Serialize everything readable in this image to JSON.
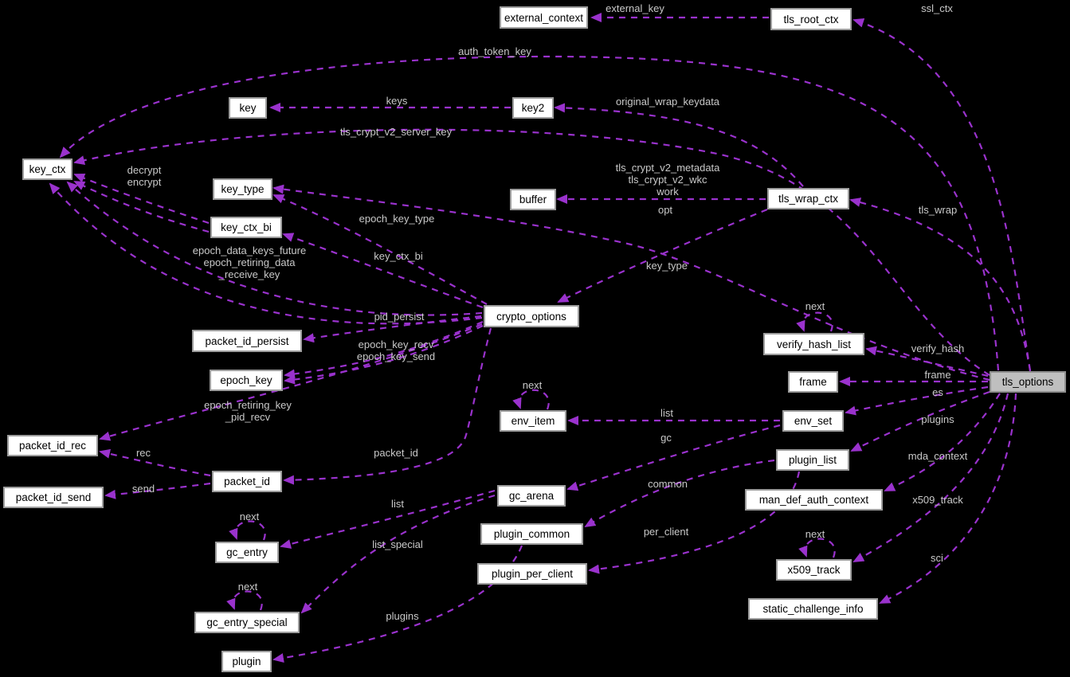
{
  "diagram": {
    "type": "collaboration-graph",
    "highlighted_node": "tls_options",
    "colors": {
      "background": "#000000",
      "edge": "#9a32cd",
      "edge_label": "#c9c9c9",
      "node_fill": "#ffffff",
      "node_border": "#9d9d9d",
      "node_text": "#000000",
      "highlight_fill": "#bfbfbf"
    },
    "nodes": {
      "external_context": "external_context",
      "tls_root_ctx": "tls_root_ctx",
      "key": "key",
      "key2": "key2",
      "key_ctx": "key_ctx",
      "key_type": "key_type",
      "buffer": "buffer",
      "tls_wrap_ctx": "tls_wrap_ctx",
      "key_ctx_bi": "key_ctx_bi",
      "crypto_options": "crypto_options",
      "packet_id_persist": "packet_id_persist",
      "verify_hash_list": "verify_hash_list",
      "epoch_key": "epoch_key",
      "frame": "frame",
      "tls_options": "tls_options",
      "env_item": "env_item",
      "env_set": "env_set",
      "packet_id_rec": "packet_id_rec",
      "plugin_list": "plugin_list",
      "packet_id": "packet_id",
      "gc_arena": "gc_arena",
      "packet_id_send": "packet_id_send",
      "man_def_auth_context": "man_def_auth_context",
      "plugin_common": "plugin_common",
      "gc_entry": "gc_entry",
      "x509_track": "x509_track",
      "plugin_per_client": "plugin_per_client",
      "static_challenge_info": "static_challenge_info",
      "gc_entry_special": "gc_entry_special",
      "plugin": "plugin"
    },
    "labels": {
      "external_key": "external_key",
      "ssl_ctx": "ssl_ctx",
      "auth_token_key": "auth_token_key",
      "keys": "keys",
      "original_wrap_keydata": "original_wrap_keydata",
      "tls_crypt_v2_server_key": "tls_crypt_v2_server_key",
      "decrypt_encrypt": "decrypt\nencrypt",
      "tls_crypt_v2_bundle": "tls_crypt_v2_metadata\ntls_crypt_v2_wkc\nwork",
      "opt": "opt",
      "tls_wrap": "tls_wrap",
      "epoch_key_type": "epoch_key_type",
      "key_ctx_bi": "key_ctx_bi",
      "epoch_data_keys": "epoch_data_keys_future\nepoch_retiring_data\n_receive_key",
      "key_type": "key_type",
      "pid_persist": "pid_persist",
      "next_verify_hash_list": "next",
      "verify_hash": "verify_hash",
      "epoch_key_recv_send": "epoch_key_recv\nepoch_key_send",
      "frame": "frame",
      "es": "es",
      "epoch_retiring_key_pid_recv": "epoch_retiring_key\n_pid_recv",
      "next_env_item": "next",
      "list_env": "list",
      "plugins_tls": "plugins",
      "gc": "gc",
      "rec": "rec",
      "packet_id": "packet_id",
      "mda_context": "mda_context",
      "send": "send",
      "common": "common",
      "x509_track": "x509_track",
      "list_gc": "list",
      "per_client": "per_client",
      "next_gc_entry": "next",
      "next_x509_track": "next",
      "list_special": "list_special",
      "sci": "sci",
      "next_gc_entry_special": "next",
      "plugins_common": "plugins"
    }
  }
}
